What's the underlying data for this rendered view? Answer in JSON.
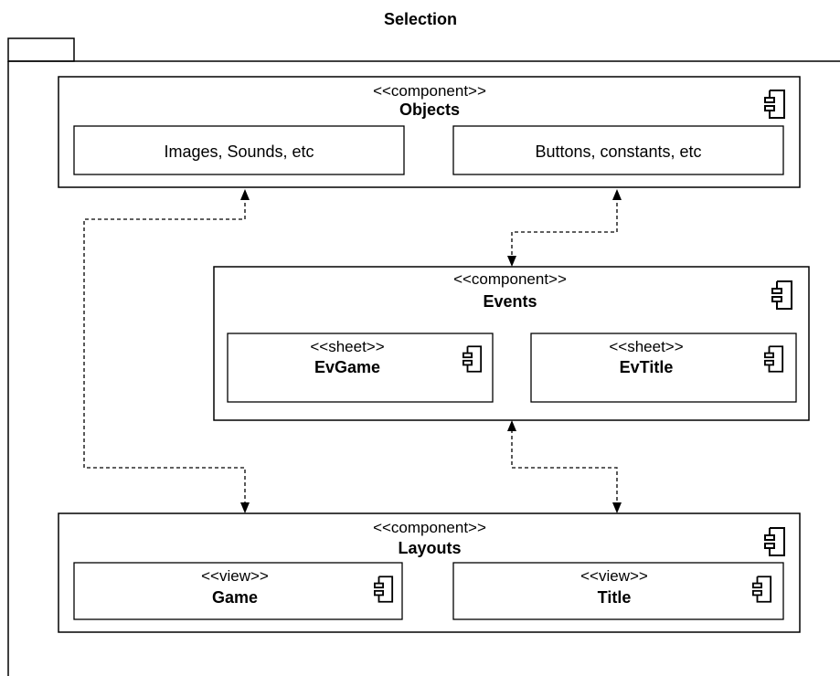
{
  "package": {
    "title": "Selection"
  },
  "components": {
    "objects": {
      "stereotype": "<<component>>",
      "name": "Objects",
      "icon": "component-icon",
      "children": [
        {
          "text": "Images, Sounds, etc"
        },
        {
          "text": "Buttons, constants, etc"
        }
      ]
    },
    "events": {
      "stereotype": "<<component>>",
      "name": "Events",
      "icon": "component-icon",
      "children": [
        {
          "stereotype": "<<sheet>>",
          "name": "EvGame",
          "icon": "component-icon"
        },
        {
          "stereotype": "<<sheet>>",
          "name": "EvTitle",
          "icon": "component-icon"
        }
      ]
    },
    "layouts": {
      "stereotype": "<<component>>",
      "name": "Layouts",
      "icon": "component-icon",
      "children": [
        {
          "stereotype": "<<view>>",
          "name": "Game",
          "icon": "component-icon"
        },
        {
          "stereotype": "<<view>>",
          "name": "Title",
          "icon": "component-icon"
        }
      ]
    }
  },
  "connectors": [
    {
      "from": "Objects",
      "to": "Layouts",
      "style": "dashed",
      "arrows": "both"
    },
    {
      "from": "Objects",
      "to": "Events",
      "style": "dashed",
      "arrows": "both"
    },
    {
      "from": "Events",
      "to": "Layouts",
      "style": "dashed",
      "arrows": "both"
    }
  ]
}
